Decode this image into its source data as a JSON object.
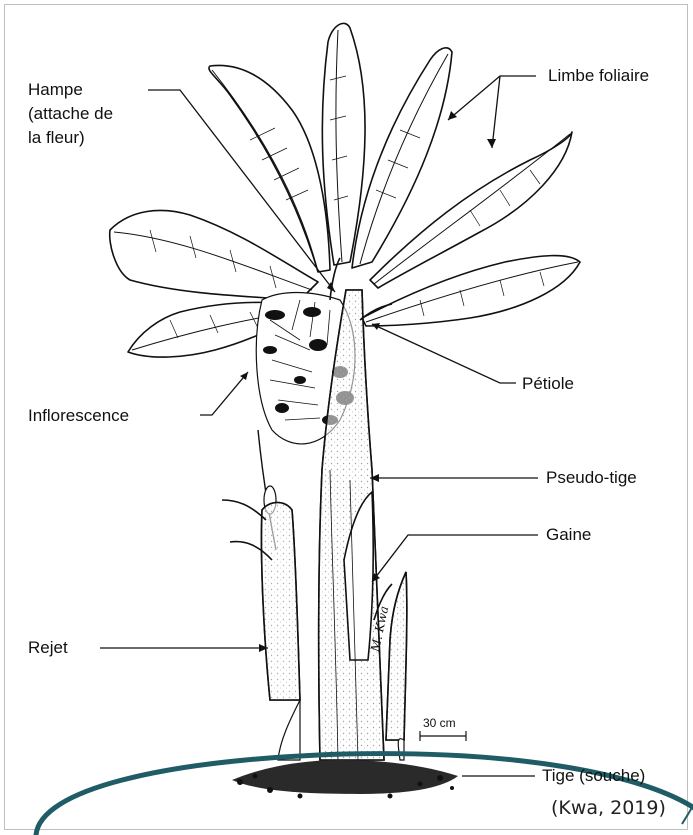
{
  "labels": {
    "hampe": "Hampe",
    "hampe_line2": "(attache de",
    "hampe_line3": "la fleur)",
    "limbe": "Limbe foliaire",
    "petiole": "Pétiole",
    "inflorescence": "Inflorescence",
    "pseudo_tige": "Pseudo-tige",
    "gaine": "Gaine",
    "rejet": "Rejet",
    "tige": "Tige (souche)"
  },
  "scale_label": "30 cm",
  "signature": "M. Kwa",
  "source": "(Kwa, 2019)",
  "colors": {
    "ink": "#111111",
    "ring": "#1f5c66",
    "frame": "#bfbfbf"
  }
}
